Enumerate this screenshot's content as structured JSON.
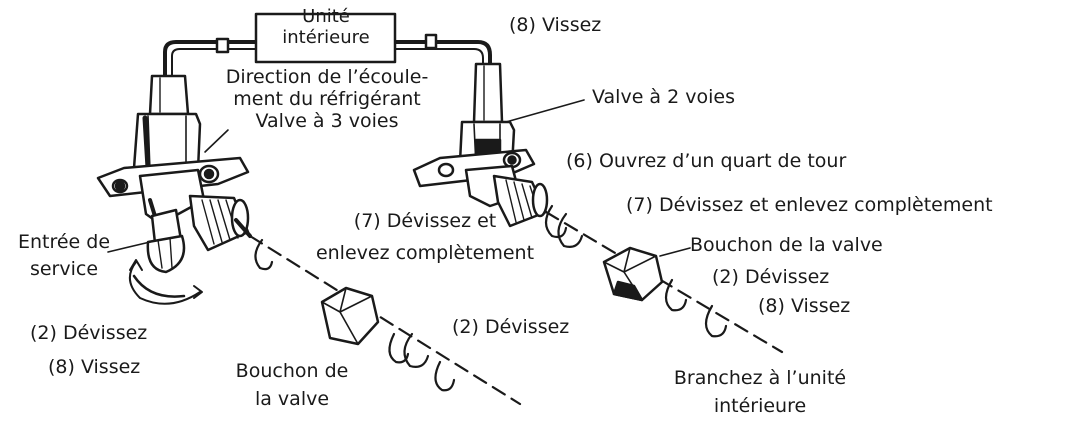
{
  "colors": {
    "ink": "#1a1a1a",
    "background": "#ffffff"
  },
  "labels": {
    "indoor_unit": [
      "Unité",
      "intérieure"
    ],
    "screw_top": "(8) Vissez",
    "flow_direction": [
      "Direction de l’écoule-",
      "ment du réfrigérant"
    ],
    "valve_3way": "Valve à 3 voies",
    "valve_2way": "Valve à 2 voies",
    "open_quarter_turn": "(6) Ouvrez d’un quart de tour",
    "unscrew_remove_right": "(7) Dévissez et enlevez complètement",
    "unscrew_remove_left": [
      "(7) Dévissez et",
      "enlevez complètement"
    ],
    "service_port": [
      "Entrée de",
      "service"
    ],
    "valve_cap_right": "Bouchon de la valve",
    "unscrew_right": "(2) Dévissez",
    "screw_right": "(8) Vissez",
    "unscrew_left": "(2) Dévissez",
    "screw_left": "(8) Vissez",
    "unscrew_middle": "(2) Dévissez",
    "valve_cap_left": [
      "Bouchon de",
      "la valve"
    ],
    "connect_indoor": [
      "Branchez à l’unité",
      "intérieure"
    ]
  }
}
